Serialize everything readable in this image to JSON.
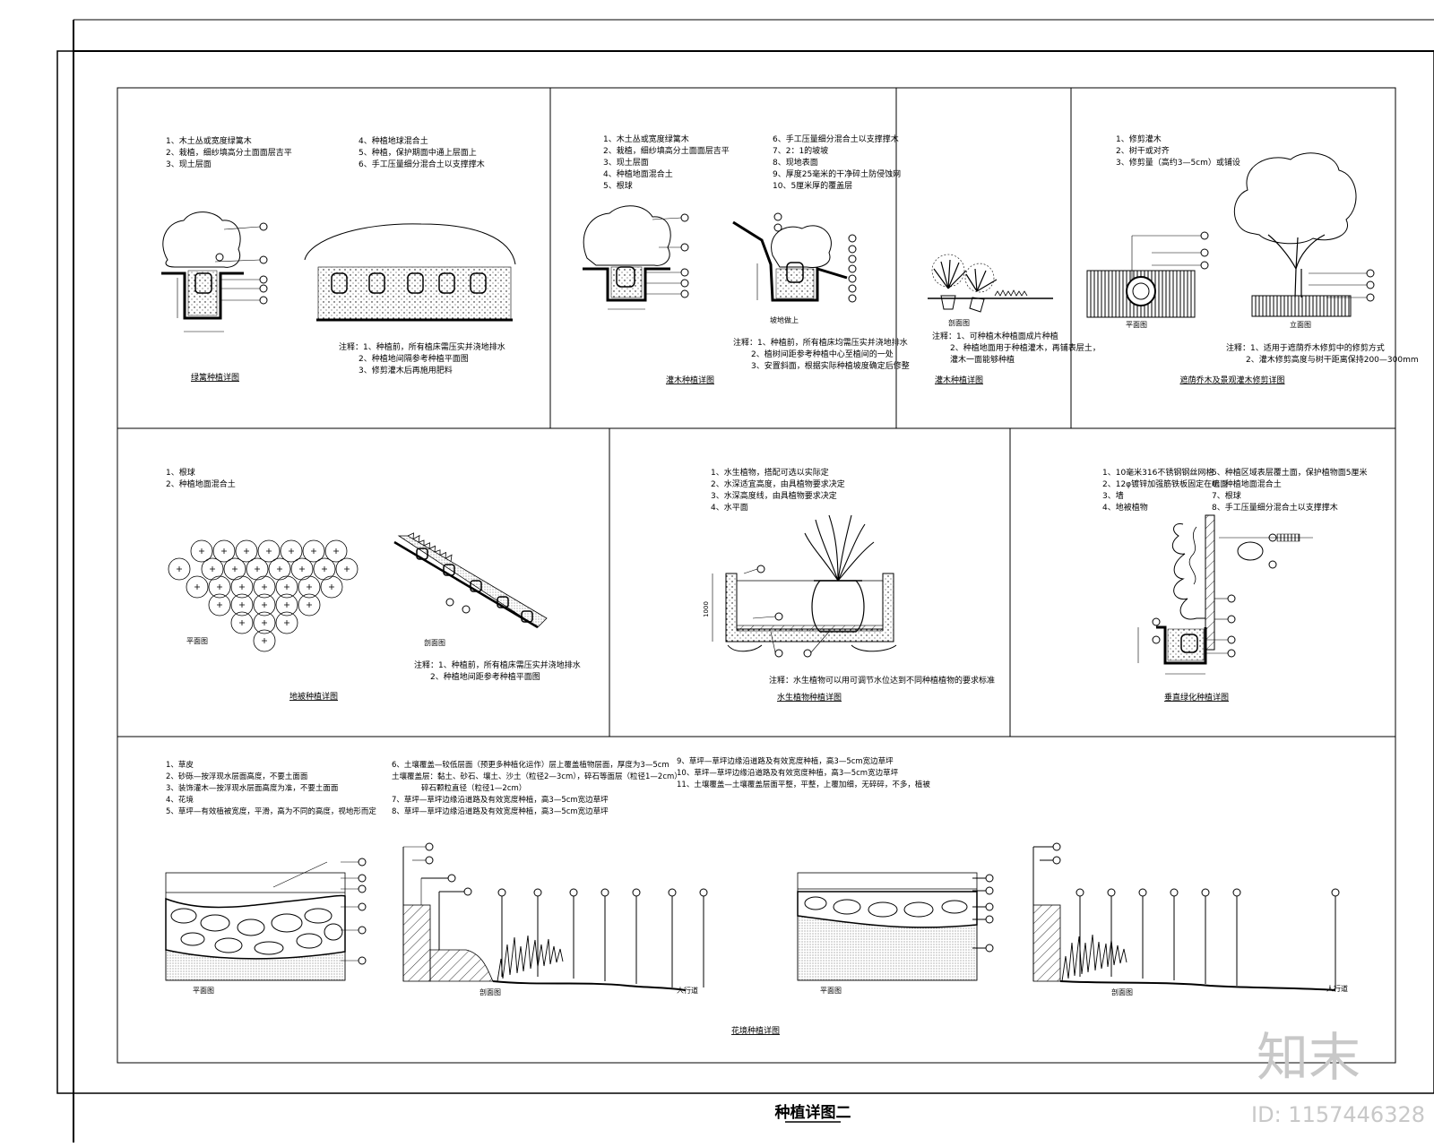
{
  "sheet_title": "种植详图二",
  "brand_logo": "知末",
  "id_text": "ID: 1157446328",
  "panels": {
    "hedge": {
      "caption": "绿篱种植详图",
      "legend_left": [
        "1、木土丛或宽度绿篱木",
        "2、栽植，细纱填高分土面面层吉平",
        "3、现土层面"
      ],
      "legend_right": [
        "4、种植地球混合土",
        "5、种植，保护期面中通上层面上",
        "6、手工压量细分混合土以支撑撑木"
      ],
      "notes": [
        "注释：1、种植前，所有植床需压实并浇地排水",
        "2、种植地间隔参考种植平面图",
        "3、修剪灌木后再施用肥料"
      ]
    },
    "shrub": {
      "caption": "灌木种植详图",
      "legend_left": [
        "1、木土丛或宽度绿篱木",
        "2、栽植，细纱填高分土面面层吉平",
        "3、现土层面",
        "4、种植地面混合土",
        "5、根球"
      ],
      "legend_right": [
        "6、手工压量细分混合土以支撑撑木",
        "7、2：1的坡坡",
        "8、现地表面",
        "9、厚度25毫米的干净碎土防侵蚀网",
        "10、5厘米厚的覆盖层"
      ],
      "slope_label": "坡地做上",
      "notes": [
        "注释：1、种植前，所有植床均需压实并浇地排水",
        "2、植树间距参考种植中心至植间的一处",
        "3、安置斜面，根据实际种植坡度确定后修整"
      ]
    },
    "shrub2": {
      "caption": "灌木种植详图",
      "section_label": "剖面图",
      "notes": [
        "注释：1、可种植木种植面成片种植",
        "2、种植地面用于种植灌木，再铺表层土，",
        "灌木一面能够种植"
      ]
    },
    "tree": {
      "caption": "遮荫乔木及景观灌木修剪详图",
      "legend": [
        "1、修剪灌木",
        "2、树干或对齐",
        "3、修剪量（高约3—5cm）或铺设"
      ],
      "plan_label": "平面图",
      "elev_label": "立面图",
      "notes": [
        "注释：1、适用于遮荫乔木修剪中的修剪方式",
        "2、灌木修剪高度与树干距离保持200—300mm"
      ]
    },
    "groundcover": {
      "caption": "地被种植详图",
      "legend": [
        "1、根球",
        "2、种植地面混合土"
      ],
      "plan_label": "平面图",
      "section_label": "剖面图",
      "notes": [
        "注释：1、种植前，所有植床需压实并浇地排水",
        "2、种植地间距参考种植平面图"
      ]
    },
    "aquatic": {
      "caption": "水生植物种植详图",
      "legend": [
        "1、水生植物，搭配可选以实际定",
        "2、水深适宜高度，由具植物要求决定",
        "3、水深高度线，由具植物要求决定",
        "4、水平面"
      ],
      "height_label": "1000",
      "notes": [
        "注释：水生植物可以用可调节水位达到不同种植植物的要求标准"
      ]
    },
    "vine": {
      "caption": "垂直绿化种植详图",
      "legend_left": [
        "1、10毫米316不锈钢钢丝网格",
        "2、12φ镀锌加强筋铁板固定在墙面",
        "3、墙",
        "4、地被植物"
      ],
      "legend_right": [
        "5、种植区域表层覆土面，保护植物面5厘米",
        "6、种植地面混合土",
        "7、根球",
        "8、手工压量细分混合土以支撑撑木"
      ]
    },
    "flowerbed": {
      "caption": "花境种植详图",
      "col1": [
        "1、草皮",
        "2、砂砾—按浮现水层面高度，不要土面面",
        "3、装饰灌木—按浮现水层面高度为准，不要土面面",
        "4、花境",
        "5、草坪—有效植被宽度，平滑，高为不同的高度，视地形而定"
      ],
      "col2": [
        "6、土壤覆盖—较低层面（预更多种植化运作）层上覆盖植物层面，厚度为3—5cm",
        "土壤覆盖层：黏土、砂石、壤土、沙土（粒径2—3cm），碎石等面层（粒径1—2cm）",
        "碎石颗粒直径（粒径1—2cm）",
        "7、草坪—草坪边缘沿道路及有效宽度种植，高3—5cm宽边草坪",
        "8、草坪—草坪边缘沿道路及有效宽度种植，高3—5cm宽边草坪"
      ],
      "col3": [
        "9、草坪—草坪边缘沿道路及有效宽度种植，高3—5cm宽边草坪",
        "10、草坪—草坪边缘沿道路及有效宽度种植，高3—5cm宽边草坪",
        "11、土壤覆盖—土壤覆盖层面平整，平整，上覆加细，无碎碎，不多，植被"
      ],
      "plan_label": "平面图",
      "section_label": "剖面图",
      "walkway_label": "人行道"
    }
  }
}
